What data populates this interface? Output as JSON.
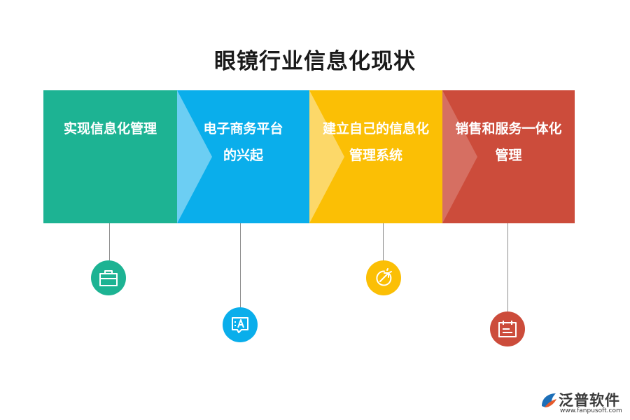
{
  "title": "眼镜行业信息化现状",
  "steps": [
    {
      "line1": "实现信息化管理",
      "line2": "",
      "color": "#1db393",
      "icon": "toolbox-icon"
    },
    {
      "line1": "电子商务平台",
      "line2": "的兴起",
      "color": "#0aaeeb",
      "icon": "message-text-icon"
    },
    {
      "line1": "建立自己的信息化",
      "line2": "管理系统",
      "color": "#fbbf05",
      "icon": "growth-arrow-icon"
    },
    {
      "line1": "销售和服务一体化",
      "line2": "管理",
      "color": "#cc4c3b",
      "icon": "calendar-icon"
    }
  ],
  "logo": {
    "text": "泛普软件",
    "url": "www.fanpusoft.com",
    "icon": "logo-mark-icon"
  }
}
